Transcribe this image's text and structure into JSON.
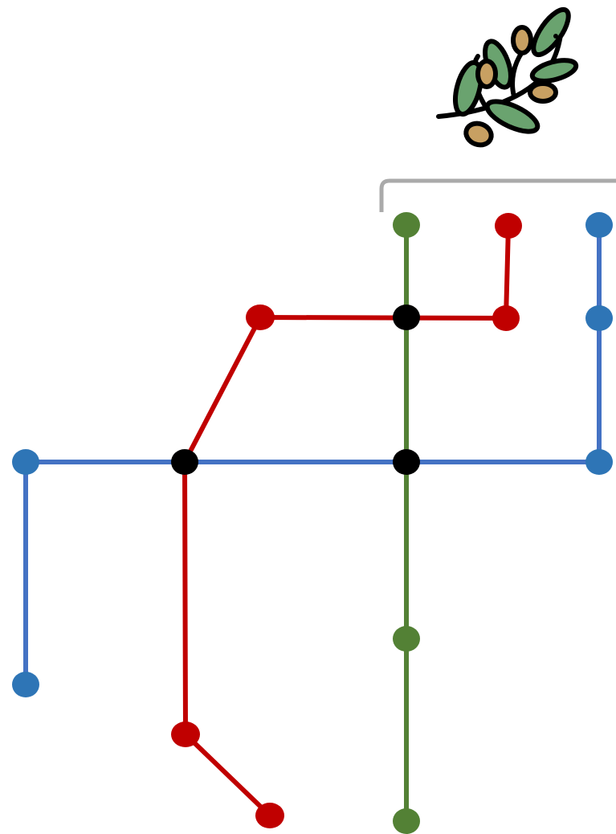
{
  "diagram": {
    "type": "transit-line-map",
    "colors": {
      "green": "#538135",
      "red": "#c00000",
      "blue": "#2e75b6",
      "interchange": "#000000",
      "bracket": "#aaaaaa"
    },
    "lines": [
      {
        "name": "",
        "color_key": "green"
      },
      {
        "name": "",
        "color_key": "red"
      },
      {
        "name": "",
        "color_key": "blue"
      }
    ],
    "legend_icon": "olive-branch-icon",
    "interchange_count": 3
  }
}
